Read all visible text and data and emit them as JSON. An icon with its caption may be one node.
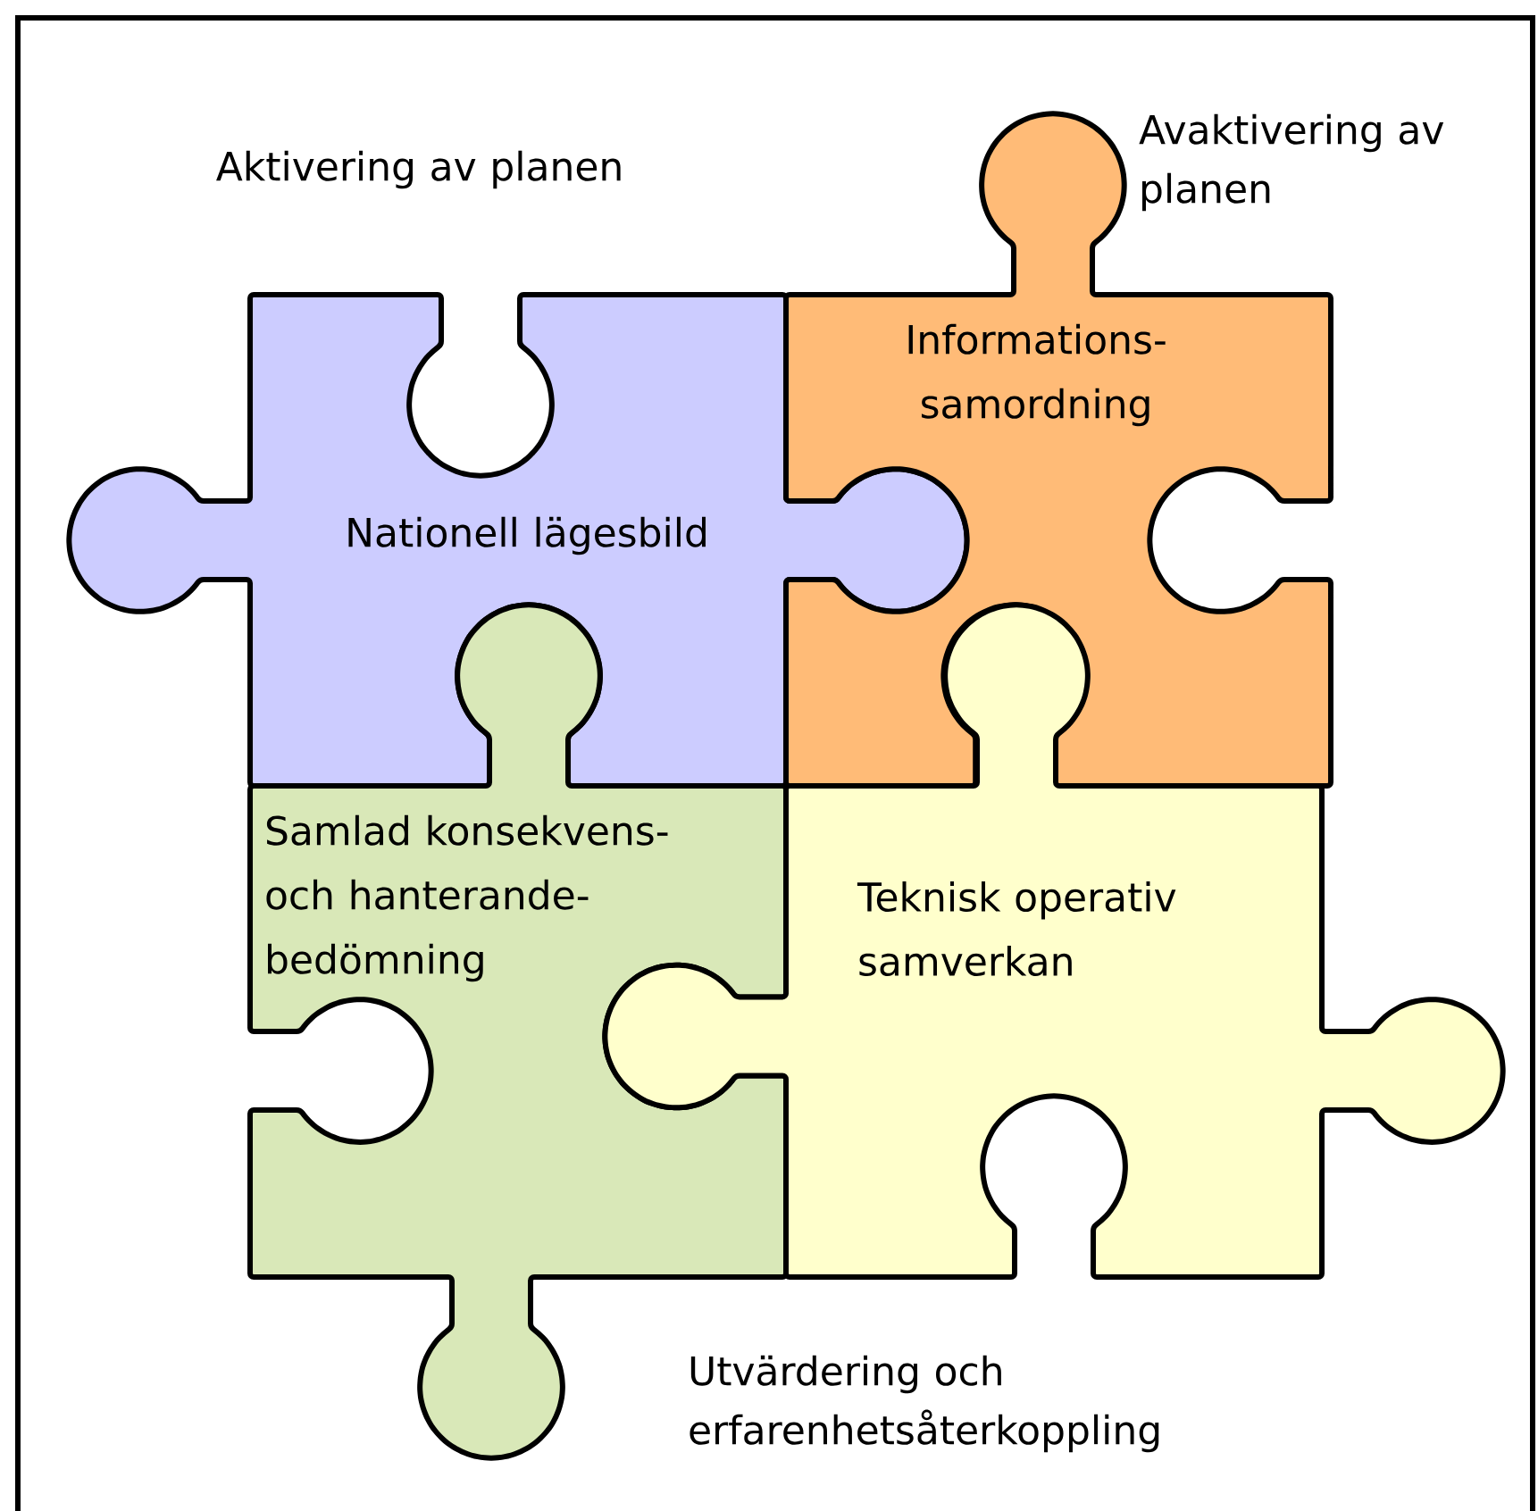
{
  "diagram": {
    "nodes": [
      {
        "text": [
          "Nationell lägesbild"
        ]
      },
      {
        "text": [
          "Informations- samordning"
        ]
      },
      {
        "text": [
          "Samlad konsekvens- och hanterande- bedömning"
        ]
      },
      {
        "text": [
          "Teknisk operativ samverkan"
        ]
      }
    ],
    "labels": [
      "Aktivering av planen",
      "Avaktivering av planen",
      "Utvärdering och erfarenhetsåterkoppling"
    ]
  }
}
